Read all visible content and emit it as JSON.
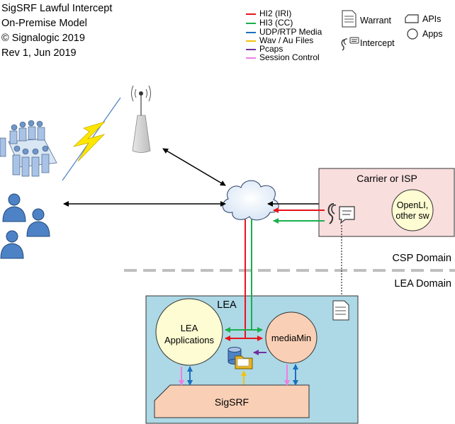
{
  "header": {
    "lines": [
      "SigSRF Lawful Intercept",
      "On-Premise Model",
      "© Signalogic 2019",
      "Rev 1, Jun 2019"
    ]
  },
  "legend": [
    {
      "label": "HI2 (IRI)",
      "color": "#e8141b"
    },
    {
      "label": "HI3 (CC)",
      "color": "#1aaf4b"
    },
    {
      "label": "UDP/RTP Media",
      "color": "#1b6fc0"
    },
    {
      "label": "Wav / Au Files",
      "color": "#f2c20d"
    },
    {
      "label": "Pcaps",
      "color": "#7030a0"
    },
    {
      "label": "Session Control",
      "color": "#f07ee0"
    }
  ],
  "icon_legend": {
    "warrant": "Warrant",
    "intercept": "Intercept",
    "apis": "APIs",
    "apps": "Apps"
  },
  "carrier": {
    "title": "Carrier or ISP",
    "app_line1": "OpenLI,",
    "app_line2": "other sw"
  },
  "domains": {
    "csp": "CSP Domain",
    "lea": "LEA Domain"
  },
  "lea": {
    "title": "LEA",
    "apps_line1": "LEA",
    "apps_line2": "Applications",
    "mediamin": "mediaMin",
    "sigsrf": "SigSRF"
  },
  "colors": {
    "lea_fill": "#add8e6",
    "carrier_fill": "#f9dede",
    "app_circle": "#fdfcd2",
    "salmon": "#f9cfb5",
    "dashed_divider": "#bfbfbf",
    "black_link": "#000000"
  }
}
